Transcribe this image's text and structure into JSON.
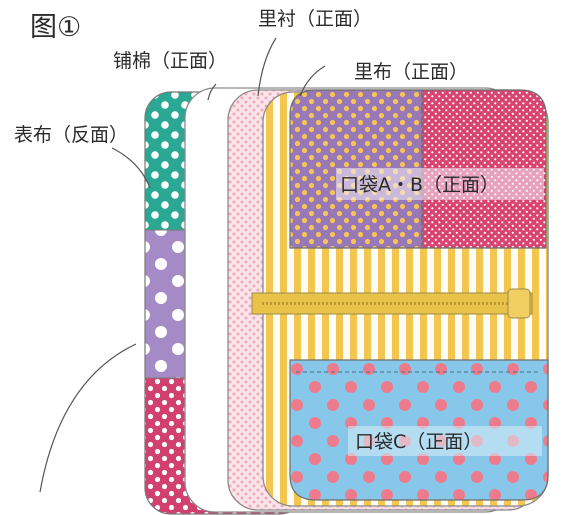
{
  "title": "图①",
  "labels": {
    "lining_front": "里衬（正面）",
    "batting_front": "铺棉（正面）",
    "linen_front": "里布（正面）",
    "outer_fabric_back": "表布（反面）",
    "pocket_ab_front": "口袋A・B（正面）",
    "pocket_c_front": "口袋C（正面）"
  },
  "colors": {
    "teal": "#2aa893",
    "purple": "#a58bc6",
    "raspberry": "#d2416e",
    "pink_dots": "#f4c5cf",
    "yellow_stripe": "#f3c650",
    "pocket_purple": "#9878b6",
    "pocket_pink": "#d8436f",
    "sky_blue": "#87c7ea",
    "coral_dot": "#ee7b8b",
    "zipper": "#e8c34a"
  }
}
